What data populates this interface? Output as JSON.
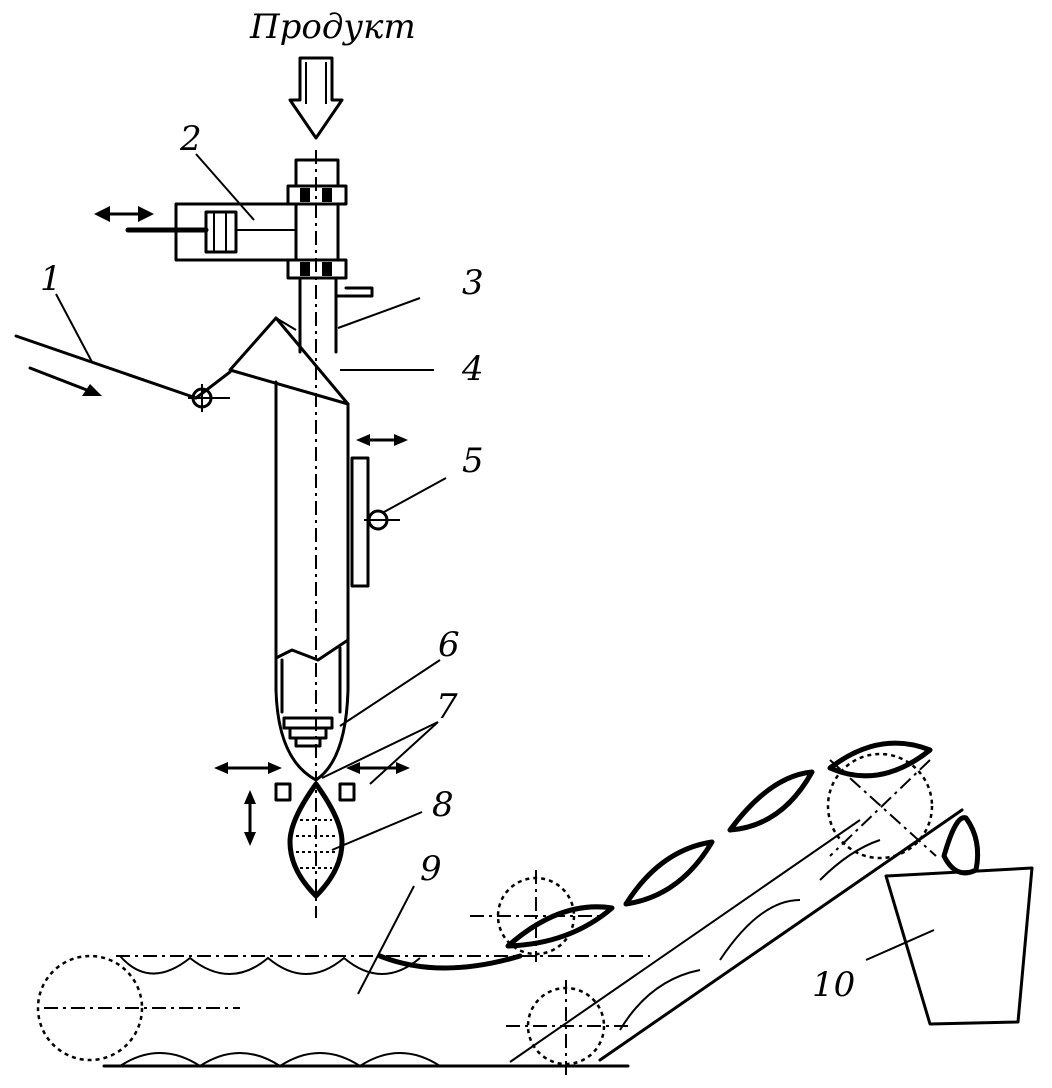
{
  "diagram": {
    "title": "Продукт",
    "labels": {
      "l1": "1",
      "l2": "2",
      "l3": "3",
      "l4": "4",
      "l5": "5",
      "l6": "6",
      "l7": "7",
      "l8": "8",
      "l9": "9",
      "l10": "10"
    }
  }
}
